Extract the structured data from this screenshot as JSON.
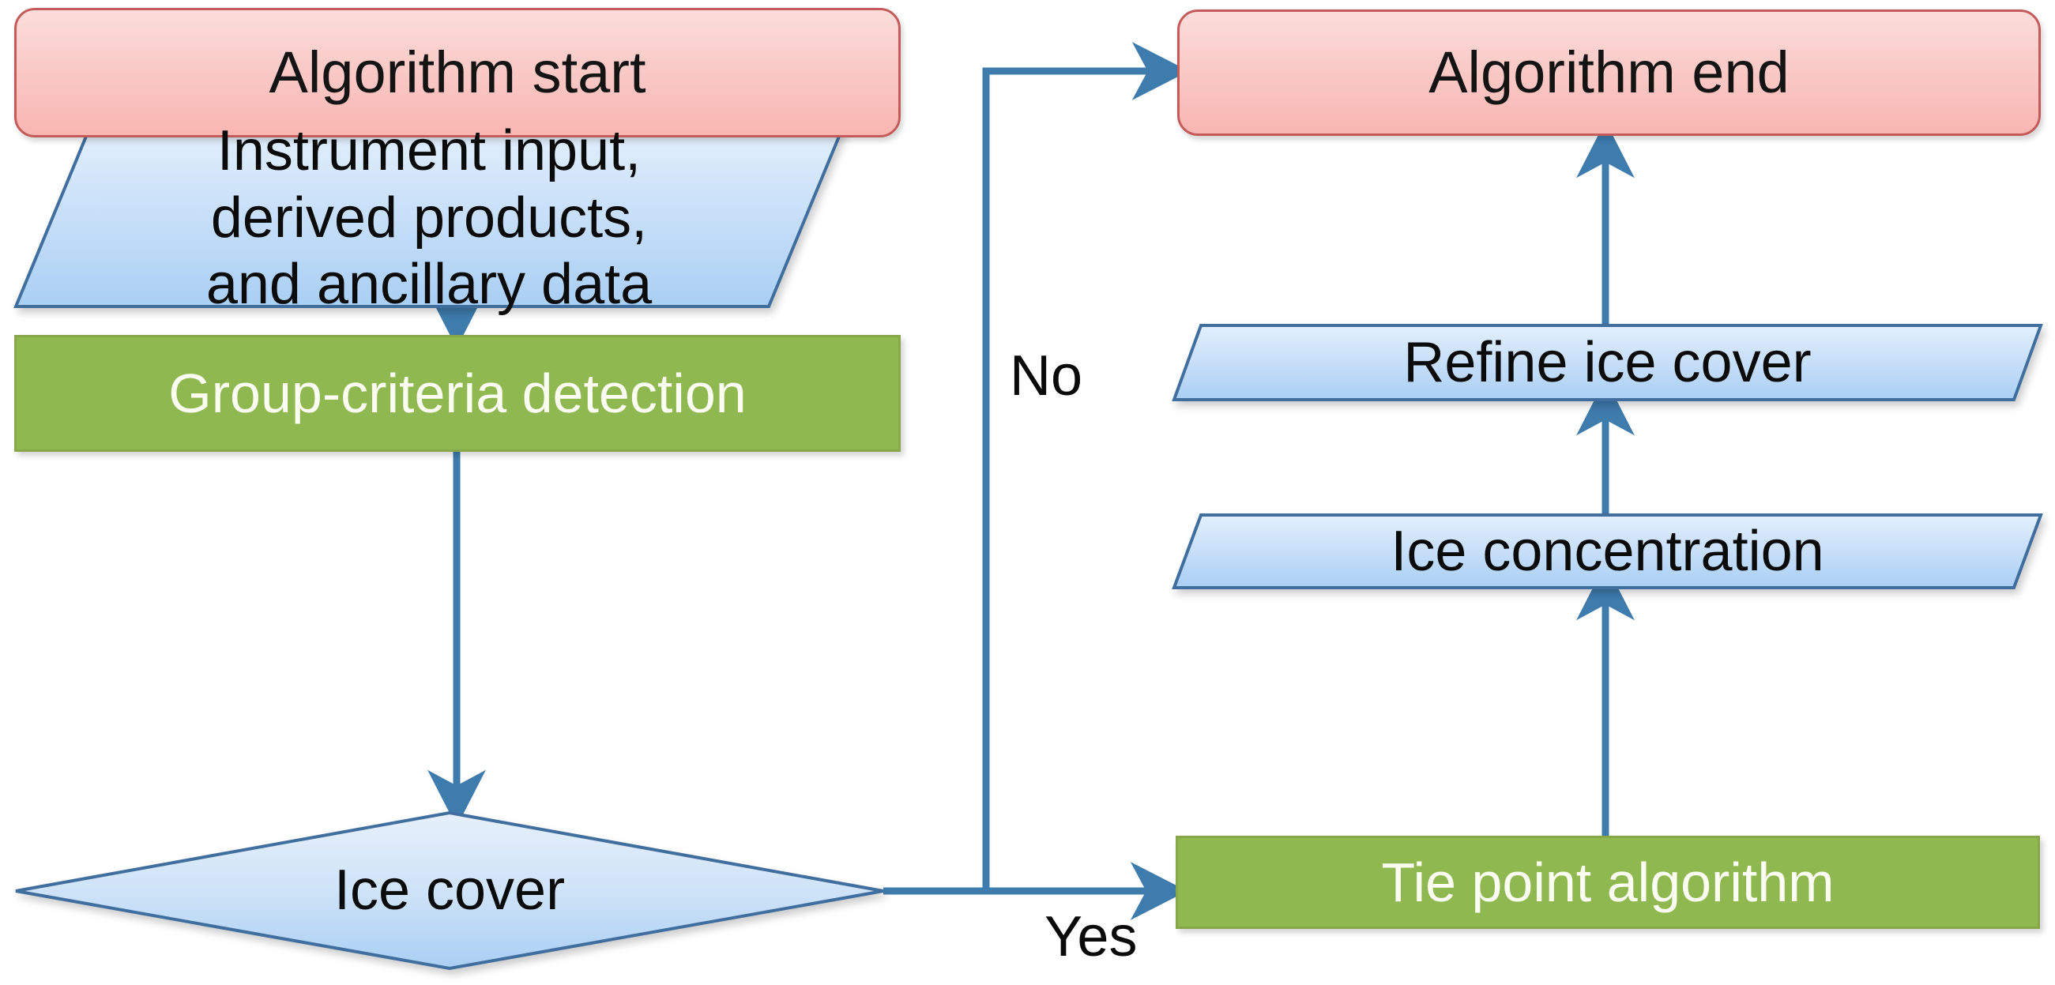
{
  "diagram": {
    "title": "Sea ice concentration algorithm flowchart",
    "background": "#ffffff",
    "colors": {
      "terminator_fill_top": "#FBDDDA",
      "terminator_fill_bottom": "#F9B6B2",
      "terminator_stroke": "#C55A5A",
      "process_fill": "#8FB950",
      "process_stroke": "#88A74A",
      "process_text": "#FBFDF2",
      "data_fill_top": "#DCEAFB",
      "data_fill_bottom": "#A9CFF4",
      "data_stroke": "#3F6E9E",
      "decision_fill": "#CFE3F8",
      "decision_stroke": "#3F6E9E",
      "connector": "#3E7CAD",
      "text": "#0B0B0B"
    },
    "nodes": [
      {
        "id": "algorithm-start",
        "type": "terminator",
        "label": "Algorithm start"
      },
      {
        "id": "instrument-input",
        "type": "data",
        "label": "Instrument input,\nderived products,\nand ancillary data"
      },
      {
        "id": "group-criteria",
        "type": "process",
        "label": "Group-criteria detection"
      },
      {
        "id": "ice-cover",
        "type": "decision",
        "label": "Ice cover"
      },
      {
        "id": "algorithm-end",
        "type": "terminator",
        "label": "Algorithm end"
      },
      {
        "id": "refine-ice-cover",
        "type": "data",
        "label": "Refine ice cover"
      },
      {
        "id": "ice-concentration",
        "type": "data",
        "label": "Ice concentration"
      },
      {
        "id": "tie-point-algorithm",
        "type": "process",
        "label": "Tie point algorithm"
      }
    ],
    "edges": [
      {
        "id": "e1",
        "from": "algorithm-start",
        "to": "instrument-input",
        "label": ""
      },
      {
        "id": "e2",
        "from": "instrument-input",
        "to": "group-criteria",
        "label": ""
      },
      {
        "id": "e3",
        "from": "group-criteria",
        "to": "ice-cover",
        "label": ""
      },
      {
        "id": "e4",
        "from": "ice-cover",
        "to": "tie-point-algorithm",
        "label": "Yes"
      },
      {
        "id": "e5",
        "from": "ice-cover",
        "to": "algorithm-end",
        "label": "No"
      },
      {
        "id": "e6",
        "from": "tie-point-algorithm",
        "to": "ice-concentration",
        "label": ""
      },
      {
        "id": "e7",
        "from": "ice-concentration",
        "to": "refine-ice-cover",
        "label": ""
      },
      {
        "id": "e8",
        "from": "refine-ice-cover",
        "to": "algorithm-end",
        "label": ""
      }
    ],
    "edge_labels": {
      "no": "No",
      "yes": "Yes"
    }
  }
}
